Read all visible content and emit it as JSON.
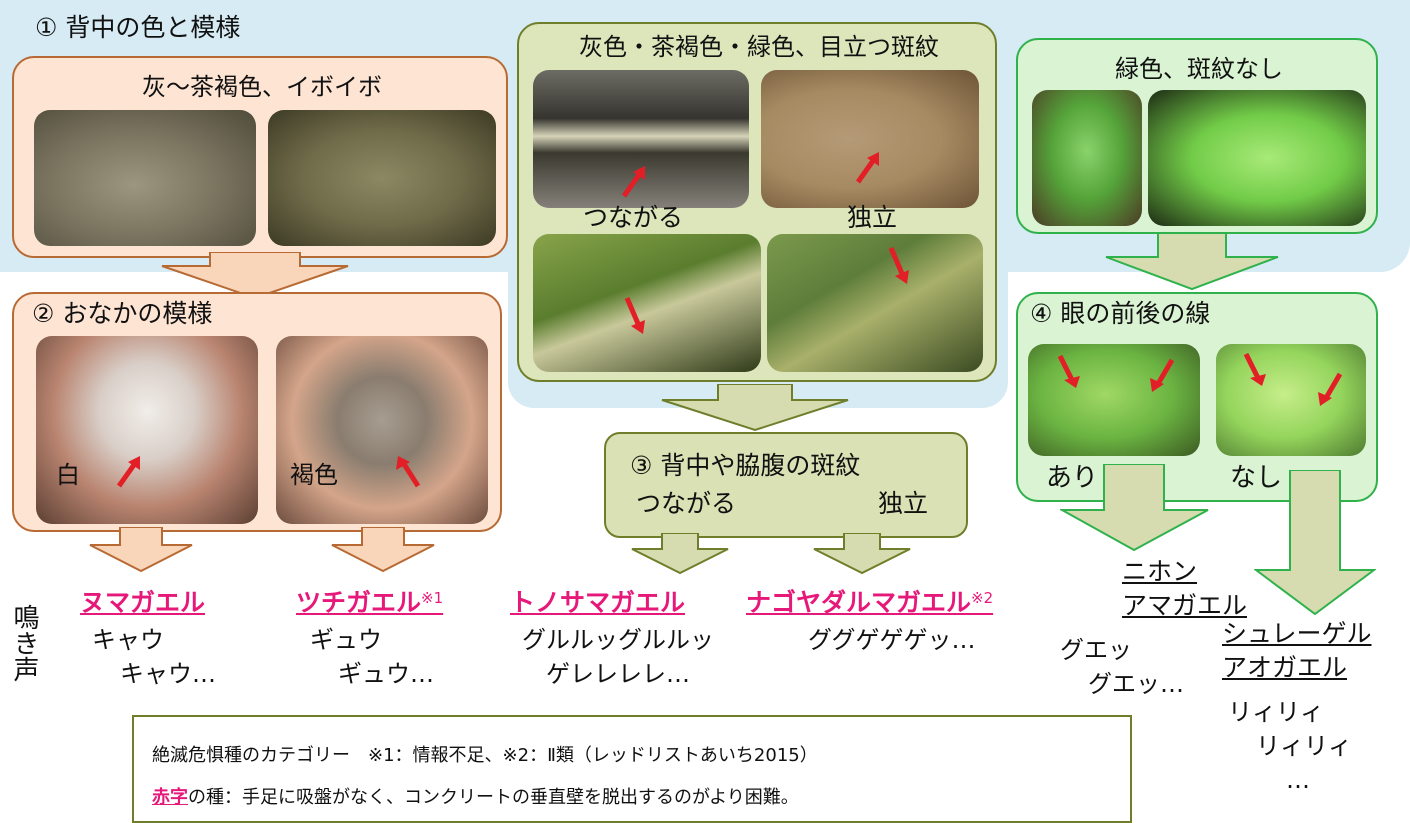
{
  "step1": {
    "title": "① 背中の色と模様",
    "box_label": "灰～茶褐色、イボイボ"
  },
  "step2": {
    "title": "② おなかの模様",
    "label_white": "白",
    "label_brown": "褐色"
  },
  "middle": {
    "box_label": "灰色・茶褐色・緑色、目立つ斑紋",
    "label_connected": "つながる",
    "label_independent": "独立"
  },
  "step3": {
    "line1": "③ 背中や脇腹の斑紋",
    "line2_left": "つながる",
    "line2_right": "独立"
  },
  "green": {
    "box_label": "緑色、斑紋なし"
  },
  "step4": {
    "title": "④ 眼の前後の線",
    "label_yes": "あり",
    "label_no": "なし"
  },
  "call_heading": "鳴き声",
  "species": {
    "numagaeru": {
      "name": "ヌマガエル",
      "call_1": "キャウ",
      "call_2": "キャウ…"
    },
    "tsuchigaeru": {
      "name": "ツチガエル",
      "mark": "※1",
      "call_1": "ギュウ",
      "call_2": "ギュウ…"
    },
    "tonosama": {
      "name": "トノサマガエル",
      "call_1": "グルルッグルルッ",
      "call_2": "ゲレレレレ…"
    },
    "nagoya": {
      "name": "ナゴヤダルマガエル",
      "mark": "※2",
      "call_1": "ググゲゲゲッ…"
    },
    "nihon": {
      "name_1": "ニホン",
      "name_2": "アマガエル",
      "call_1": "グエッ",
      "call_2": "グエッ…"
    },
    "schlegel": {
      "name_1": "シュレーゲル",
      "name_2": "アオガエル",
      "call_1": "リィリィ",
      "call_2": "リィリィ",
      "call_3": "…"
    }
  },
  "note": {
    "line1": "絶滅危惧種のカテゴリー　※1：情報不足、※2：Ⅱ類（レッドリストあいち2015）",
    "line2_red": "赤字",
    "line2_rest": "の種：手足に吸盤がなく、コンクリートの垂直壁を脱出するのがより困難。"
  },
  "colors": {
    "accent_pink": "#e6197a",
    "blue_bg": "#d6ebf3",
    "peach": "#fde4d3",
    "olive": "#dde5bb",
    "mint": "#d9f3d3"
  },
  "icons": [
    "flow-arrow",
    "red-pointer-arrow"
  ]
}
